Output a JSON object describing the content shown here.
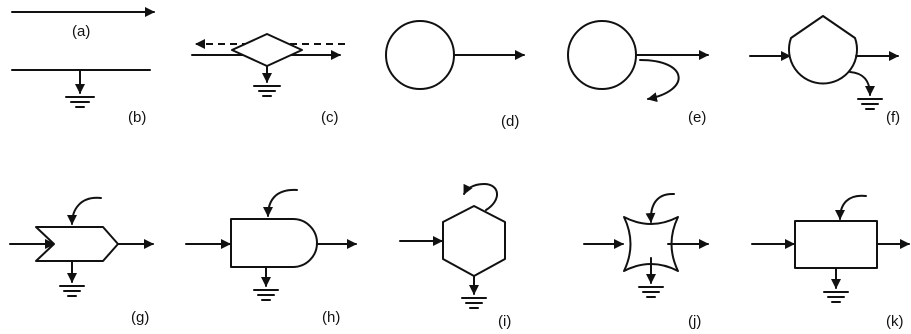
{
  "figure": {
    "line_color": "#111111",
    "background": "#ffffff",
    "panels": [
      {
        "id": "a",
        "label": "(a)",
        "shape": "arrow-line"
      },
      {
        "id": "b",
        "label": "(b)",
        "shape": "line-with-ground"
      },
      {
        "id": "c",
        "label": "(c)",
        "shape": "diamond-dashed-return"
      },
      {
        "id": "d",
        "label": "(d)",
        "shape": "circle-output"
      },
      {
        "id": "e",
        "label": "(e)",
        "shape": "circle-curved-output"
      },
      {
        "id": "f",
        "label": "(f)",
        "shape": "teardrop-ground"
      },
      {
        "id": "g",
        "label": "(g)",
        "shape": "chevron-ground"
      },
      {
        "id": "h",
        "label": "(h)",
        "shape": "d-shape-ground"
      },
      {
        "id": "i",
        "label": "(i)",
        "shape": "hexagon-ground"
      },
      {
        "id": "j",
        "label": "(j)",
        "shape": "concave-square-ground"
      },
      {
        "id": "k",
        "label": "(k)",
        "shape": "rectangle-ground"
      }
    ]
  }
}
